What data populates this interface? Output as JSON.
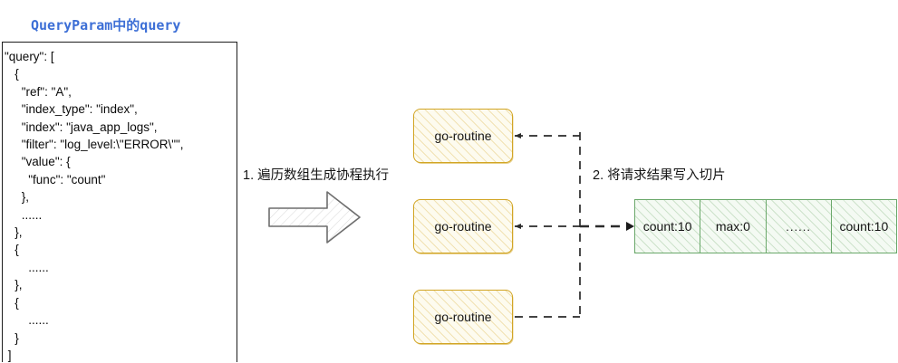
{
  "json_panel": {
    "title": "QueryParam中的query",
    "title_color": "#3d6fd6",
    "code": "\"query\": [\n   {\n     \"ref\": \"A\",\n     \"index_type\": \"index\",\n     \"index\": \"java_app_logs\",\n     \"filter\": \"log_level:\\\"ERROR\\\"\",\n     \"value\": {\n       \"func\": \"count\"\n     },\n     ......\n   },\n   {\n       ......\n   },\n   {\n       ......\n   }\n ]"
  },
  "steps": [
    {
      "id": "step-1",
      "text": "1. 遍历数组生成协程执行"
    },
    {
      "id": "step-2",
      "text": "2. 将请求结果写入切片"
    }
  ],
  "goroutines": [
    {
      "label": "go-routine"
    },
    {
      "label": "go-routine"
    },
    {
      "label": "go-routine"
    }
  ],
  "slice": {
    "cells": [
      {
        "label": "count:10"
      },
      {
        "label": "max:0"
      },
      {
        "label": "......"
      },
      {
        "label": "count:10"
      }
    ]
  },
  "colors": {
    "title_blue": "#3d6fd6",
    "goroutine_border": "#d2a524",
    "goroutine_fill": "#fdfbef",
    "slice_border": "#6aa86a",
    "slice_fill": "#f4faf3",
    "arrow_outline": "#6e6e6e",
    "connector_dash": "#2a2a2a",
    "panel_border": "#1d1d1d"
  }
}
